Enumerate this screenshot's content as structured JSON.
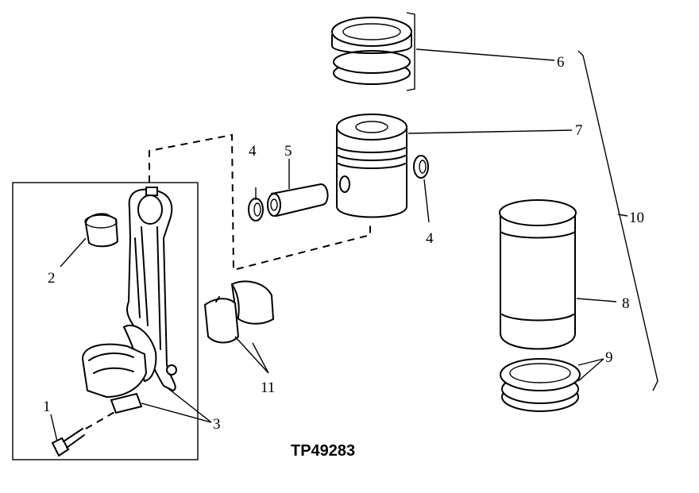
{
  "diagram": {
    "caption": "TP49283",
    "callouts": {
      "c1": "1",
      "c2": "2",
      "c3": "3",
      "c4a": "4",
      "c4b": "4",
      "c5": "5",
      "c6": "6",
      "c7": "7",
      "c8": "8",
      "c9": "9",
      "c10": "10",
      "c11": "11"
    }
  }
}
